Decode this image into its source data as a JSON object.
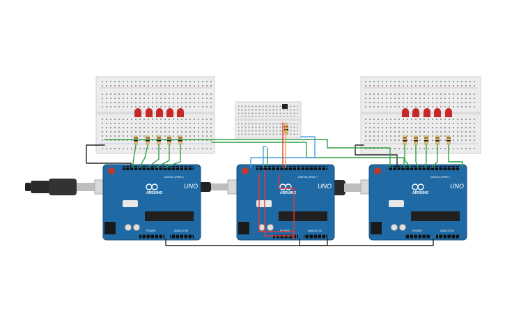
{
  "circuit": {
    "boards": [
      {
        "id": "arduino-left",
        "brand": "ARDUINO",
        "model": "UNO",
        "digital_label": "DIGITAL (PWM~)",
        "power_label": "POWER",
        "analog_label": "ANALOG IN"
      },
      {
        "id": "arduino-middle",
        "brand": "ARDUINO",
        "model": "UNO",
        "digital_label": "DIGITAL (PWM~)",
        "power_label": "POWER",
        "analog_label": "ANALOG IN"
      },
      {
        "id": "arduino-right",
        "brand": "ARDUINO",
        "model": "UNO",
        "digital_label": "DIGITAL (PWM~)",
        "power_label": "POWER",
        "analog_label": "ANALOG IN"
      }
    ],
    "led_color": "#c62828",
    "board_color": "#1f6aa5",
    "wire_colors": {
      "green": "#2ea043",
      "black": "#222222",
      "red": "#e53935",
      "blue": "#4aa3df",
      "orange": "#f0a030"
    }
  }
}
